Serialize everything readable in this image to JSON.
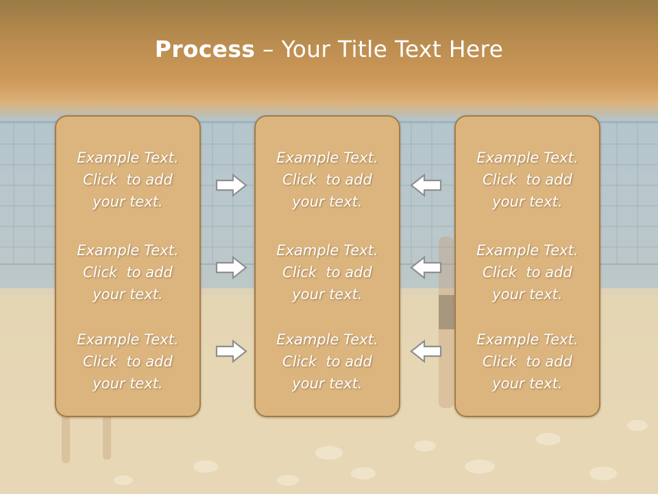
{
  "title": {
    "bold": "Process",
    "rest": " – Your Title Text Here"
  },
  "panels": [
    {
      "items": [
        {
          "line1": "Example Text.",
          "line2": "Click  to add",
          "line3": "your text."
        },
        {
          "line1": "Example Text.",
          "line2": "Click  to add",
          "line3": "your text."
        },
        {
          "line1": "Example Text.",
          "line2": "Click  to add",
          "line3": "your text."
        }
      ]
    },
    {
      "items": [
        {
          "line1": "Example Text.",
          "line2": "Click  to add",
          "line3": "your text."
        },
        {
          "line1": "Example Text.",
          "line2": "Click  to add",
          "line3": "your text."
        },
        {
          "line1": "Example Text.",
          "line2": "Click  to add",
          "line3": "your text."
        }
      ]
    },
    {
      "items": [
        {
          "line1": "Example Text.",
          "line2": "Click  to add",
          "line3": "your text."
        },
        {
          "line1": "Example Text.",
          "line2": "Click  to add",
          "line3": "your text."
        },
        {
          "line1": "Example Text.",
          "line2": "Click  to add",
          "line3": "your text."
        }
      ]
    }
  ],
  "arrows": {
    "left_column": "right-arrow-icon",
    "right_column": "left-arrow-icon"
  },
  "colors": {
    "panel": "#dbb47e",
    "panel_border": "#a07c4a",
    "header": "#c49152",
    "text": "#ffffff"
  }
}
